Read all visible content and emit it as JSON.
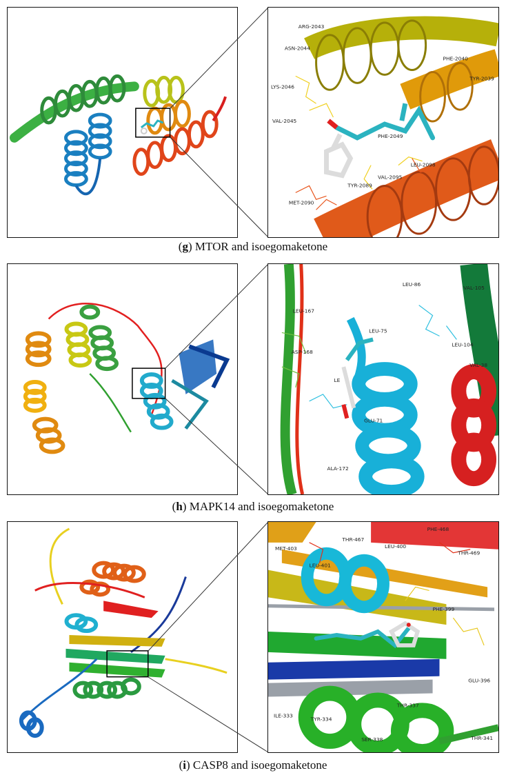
{
  "panels": [
    {
      "letter": "g",
      "caption_text": "MTOR and isoegomaketone",
      "residues": [
        "ARG-2043",
        "ASN-2044",
        "LYS-2046",
        "VAL-2045",
        "PHE-2040",
        "TYR-2039",
        "PHE-2049",
        "LEU-2098",
        "VAL-2095",
        "TYR-2089",
        "MET-2090"
      ]
    },
    {
      "letter": "h",
      "caption_text": "MAPK14 and isoegomaketone",
      "residues": [
        "LEU-86",
        "VAL-105",
        "LEU-167",
        "LEU-75",
        "LEU-104",
        "ASP-168",
        "VAL-38",
        "LE",
        "GLU-71",
        "ALA-172"
      ]
    },
    {
      "letter": "i",
      "caption_text": "CASP8 and isoegomaketone",
      "residues": [
        "PHE-468",
        "THR-467",
        "MET-403",
        "LEU-400",
        "THR-469",
        "LEU-401",
        "PHE-399",
        "GLU-396",
        "THR-337",
        "ILE-333",
        "TYR-334",
        "SER-338",
        "THR-341"
      ]
    }
  ],
  "colors": {
    "border": "#111111",
    "ligand_carbon": "#2bb3c0",
    "ligand_oxygen": "#e02020",
    "ligand_neutral": "#d8d8d8"
  }
}
